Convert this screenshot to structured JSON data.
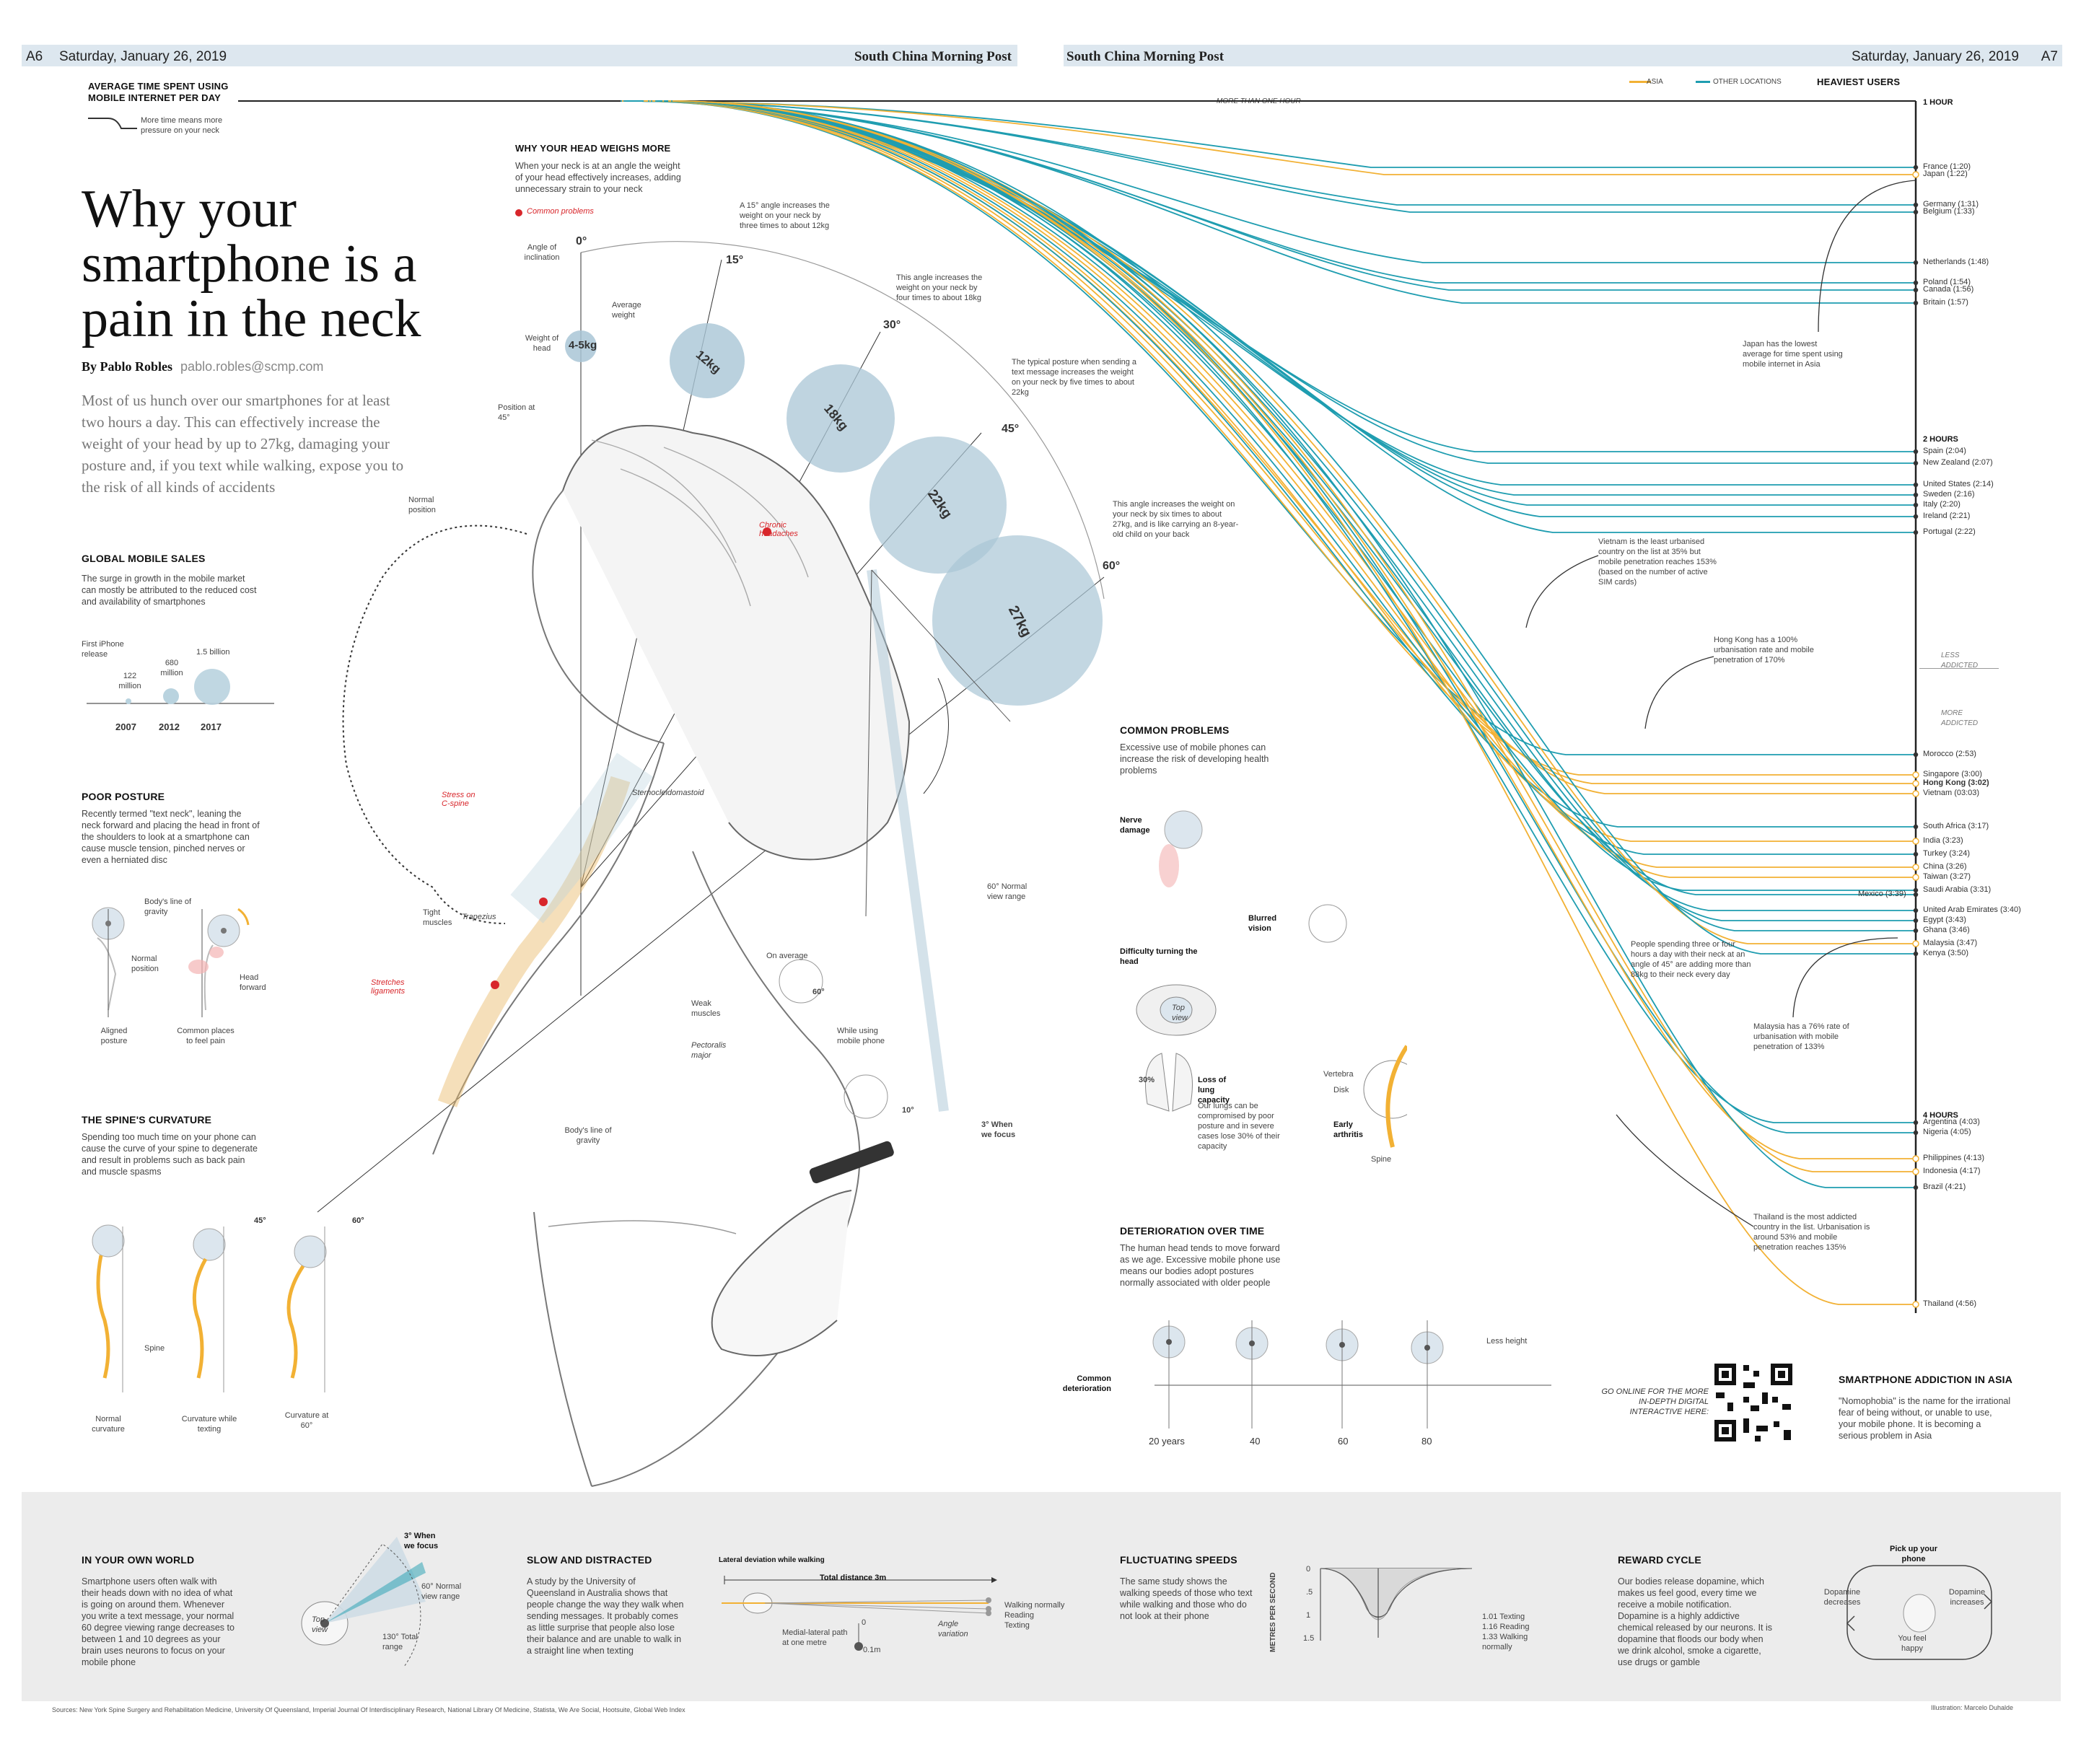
{
  "header": {
    "left_page": "A6",
    "left_date": "Saturday, January 26, 2019",
    "left_paper": "South China Morning Post",
    "right_paper": "South China Morning Post",
    "right_date": "Saturday, January 26, 2019",
    "right_page": "A7"
  },
  "legend": {
    "title": "AVERAGE TIME SPENT USING MOBILE INTERNET PER DAY",
    "note": "More time means more pressure on your neck",
    "asia": "ASIA",
    "other": "OTHER LOCATIONS",
    "heaviest": "HEAVIEST USERS",
    "more_than_one": "MORE THAN ONE HOUR",
    "asia_color": "#f2b134",
    "other_color": "#1f9db0"
  },
  "title": {
    "headline": "Why your smartphone is a pain in the neck",
    "byline": "By Pablo Robles",
    "email": "pablo.robles@scmp.com",
    "intro": "Most of us hunch over our smartphones for at least two hours a day. This can effectively increase the weight of your head by up to 27kg, damaging your posture and, if you text while walking, expose you to the risk of all kinds of accidents"
  },
  "head_weight": {
    "title": "WHY YOUR HEAD WEIGHS MORE",
    "intro": "When your neck is at an angle the weight of your head effectively increases, adding unnecessary strain to your neck",
    "common_problems": "Common problems",
    "angle_label": "Angle of inclination",
    "weight_label": "Weight of head",
    "avg_weight": "Average weight",
    "position45": "Position at 45°",
    "normal_position": "Normal position",
    "note15": "A 15° angle increases the weight on your neck by three times to about 12kg",
    "note30": "This angle increases the weight on your neck by four times to about 18kg",
    "note45": "The typical posture when sending a text message increases the weight on your neck by five times to about 22kg",
    "note60": "This angle increases the weight on your neck by six times to about 27kg, and is like carrying an 8-year-old child on your back",
    "angles": [
      "0°",
      "15°",
      "30°",
      "45°",
      "60°"
    ],
    "weights": [
      "4-5kg",
      "12kg",
      "18kg",
      "22kg",
      "27kg"
    ],
    "chronic": "Chronic headaches",
    "stress": "Stress on C-spine",
    "sterno": "Sternocleidomastoid",
    "trapezius": "Trapezius",
    "tight": "Tight muscles",
    "stretches": "Stretches ligaments",
    "weak": "Weak muscles",
    "pectoralis": "Pectoralis major",
    "gravity": "Body's line of gravity",
    "view60": "60° Normal view range",
    "focus3": "3° When we focus",
    "on_average": "On average",
    "avg_angle": "60°",
    "while_using": "While using mobile phone",
    "using_angle": "10°"
  },
  "sales": {
    "title": "GLOBAL MOBILE SALES",
    "text": "The surge in growth in the mobile market can mostly be attributed to the reduced cost and availability of smartphones",
    "first_iphone": "First iPhone release",
    "values": [
      "122 million",
      "680 million",
      "1.5 billion"
    ],
    "years": [
      "2007",
      "2012",
      "2017"
    ]
  },
  "posture": {
    "title": "POOR POSTURE",
    "text": "Recently termed \"text neck\", leaning the neck forward and placing the head in front of the shoulders to look at a smartphone can cause muscle tension, pinched nerves or even a herniated disc",
    "line": "Body's line of gravity",
    "normal": "Normal position",
    "forward": "Head forward",
    "aligned": "Aligned posture",
    "pain": "Common places to feel pain"
  },
  "spine": {
    "title": "THE SPINE'S CURVATURE",
    "text": "Spending too much time on your phone can cause the curve of your spine to degenerate and result in problems such as back pain and muscle spasms",
    "spine": "Spine",
    "deg45": "45°",
    "deg60": "60°",
    "labels": [
      "Normal curvature",
      "Curvature while texting",
      "Curvature at 60°"
    ]
  },
  "problems": {
    "title": "COMMON PROBLEMS",
    "text": "Excessive use of mobile phones can increase the risk of developing health problems",
    "nerve": "Nerve damage",
    "blurred": "Blurred vision",
    "difficulty": "Difficulty turning the head",
    "top_view": "Top view",
    "pct": "30%",
    "lung_title": "Loss of lung capacity",
    "lung_text": "Our lungs can be compromised by poor posture and in severe cases lose 30% of their capacity",
    "vertebra": "Vertebra",
    "disk": "Disk",
    "arthritis": "Early arthritis",
    "spine": "Spine"
  },
  "deterioration": {
    "title": "DETERIORATION OVER TIME",
    "text": "The human head tends to move forward as we age. Excessive mobile phone use means our bodies adopt postures normally associated with older people",
    "common": "Common deterioration",
    "less": "Less height",
    "ages": [
      "20 years",
      "40",
      "60",
      "80"
    ]
  },
  "countries": [
    {
      "name": "France (1:20)",
      "asia": false
    },
    {
      "name": "Japan (1:22)",
      "asia": true
    },
    {
      "name": "Germany (1:31)",
      "asia": false
    },
    {
      "name": "Belgium (1:33)",
      "asia": false
    },
    {
      "name": "Netherlands (1:48)",
      "asia": false
    },
    {
      "name": "Poland (1:54)",
      "asia": false
    },
    {
      "name": "Canada (1:56)",
      "asia": false
    },
    {
      "name": "Britain (1:57)",
      "asia": false
    },
    {
      "name": "Spain (2:04)",
      "asia": false
    },
    {
      "name": "New Zealand (2:07)",
      "asia": false
    },
    {
      "name": "United States (2:14)",
      "asia": false
    },
    {
      "name": "Sweden (2:16)",
      "asia": false
    },
    {
      "name": "Italy (2:20)",
      "asia": false
    },
    {
      "name": "Ireland (2:21)",
      "asia": false
    },
    {
      "name": "Portugal (2:22)",
      "asia": false
    },
    {
      "name": "Morocco (2:53)",
      "asia": false
    },
    {
      "name": "Singapore (3:00)",
      "asia": true
    },
    {
      "name": "Hong Kong (3:02)",
      "asia": true
    },
    {
      "name": "Vietnam (03:03)",
      "asia": true
    },
    {
      "name": "South Africa (3:17)",
      "asia": false
    },
    {
      "name": "India (3:23)",
      "asia": true
    },
    {
      "name": "Turkey (3:24)",
      "asia": false
    },
    {
      "name": "China (3:26)",
      "asia": true
    },
    {
      "name": "Taiwan (3:27)",
      "asia": true
    },
    {
      "name": "Saudi Arabia (3:31)",
      "asia": false
    },
    {
      "name": "Mexico (3:39)",
      "asia": false
    },
    {
      "name": "United Arab Emirates (3:40)",
      "asia": false
    },
    {
      "name": "Egypt (3:43)",
      "asia": false
    },
    {
      "name": "Ghana (3:46)",
      "asia": false
    },
    {
      "name": "Malaysia (3:47)",
      "asia": true
    },
    {
      "name": "Kenya (3:50)",
      "asia": false
    },
    {
      "name": "Argentina (4:03)",
      "asia": false
    },
    {
      "name": "Nigeria (4:05)",
      "asia": false
    },
    {
      "name": "Philippines (4:13)",
      "asia": true
    },
    {
      "name": "Indonesia (4:17)",
      "asia": true
    },
    {
      "name": "Brazil (4:21)",
      "asia": false
    },
    {
      "name": "Thailand (4:56)",
      "asia": true
    }
  ],
  "hours": {
    "one": "1 HOUR",
    "two": "2 HOURS",
    "four": "4 HOURS",
    "less": "LESS ADDICTED",
    "more": "MORE ADDICTED"
  },
  "annotations": {
    "japan": "Japan has the lowest average for time spent using mobile internet in Asia",
    "vietnam": "Vietnam is the least urbanised country on the list at 35% but mobile penetration reaches 153% (based on the number of active SIM cards)",
    "hongkong": "Hong Kong has a 100% urbanisation rate and mobile penetration of 170%",
    "people": "People spending three or four hours a day with their neck at an angle of 45° are adding more than 88kg to their neck every day",
    "malaysia": "Malaysia has a 76% rate of urbanisation with mobile penetration of 133%",
    "thailand": "Thailand is the most addicted country in the list. Urbanisation is around 53% and mobile penetration reaches 135%"
  },
  "online": {
    "text": "GO ONLINE FOR THE MORE IN-DEPTH DIGITAL INTERACTIVE HERE:"
  },
  "addiction": {
    "title": "SMARTPHONE ADDICTION IN ASIA",
    "text": "\"Nomophobia\" is the name for the irrational fear of being without, or unable to use, your mobile phone. It is becoming a serious problem in Asia"
  },
  "own_world": {
    "title": "IN YOUR OWN WORLD",
    "text": "Smartphone users often walk with their heads down with no idea of what is going on around them. Whenever you write a text message, your normal 60 degree viewing range decreases to between 1 and 10 degrees as your brain uses neurons to focus on your mobile phone",
    "focus": "3° When we focus",
    "normal": "60° Normal view range",
    "total": "130° Total range",
    "top": "Top view"
  },
  "slow": {
    "title": "SLOW AND DISTRACTED",
    "text": "A study by the University of Queensland in Australia shows that people change the way they walk when sending messages. It probably comes as little surprise that people also lose their balance and are unable to walk in a straight line when texting",
    "lateral": "Lateral deviation while walking",
    "total": "Total distance 3m",
    "medial": "Medial-lateral path at one metre",
    "zero": "0",
    "tenth": "0.1m",
    "angle": "Angle variation",
    "walking": "Walking normally",
    "reading": "Reading",
    "texting": "Texting"
  },
  "speeds": {
    "title": "FLUCTUATING SPEEDS",
    "text": "The same study shows the walking speeds of those who text while walking and those who do not look at their phone",
    "axis": "METRES PER SECOND",
    "ticks": [
      "0",
      ".5",
      "1",
      "1.5"
    ],
    "texting": "1.01 Texting",
    "reading": "1.16 Reading",
    "walking": "1.33 Walking normally"
  },
  "reward": {
    "title": "REWARD CYCLE",
    "text": "Our bodies release dopamine, which makes us feel good, every time we receive a mobile notification. Dopamine is a highly addictive chemical released by our neurons. It is dopamine that floods our body when we drink alcohol, smoke a cigarette, use drugs or gamble",
    "pick": "Pick up your phone",
    "increases": "Dopamine increases",
    "happy": "You feel happy",
    "decreases": "Dopamine decreases"
  },
  "footer": {
    "sources": "Sources: New York Spine Surgery and Rehabilitation Medicine, University Of Queensland, Imperial Journal Of Interdisciplinary Research, National Library Of Medicine, Statista, We Are Social, Hootsuite, Global Web Index",
    "illustration": "Illustration: Marcelo Duhalde"
  }
}
